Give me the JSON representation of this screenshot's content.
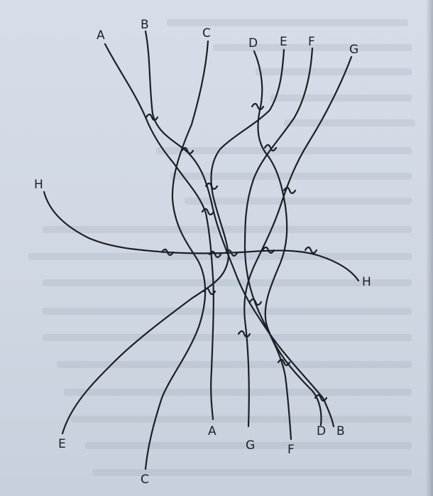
{
  "diagram": {
    "top_labels": [
      "A",
      "B",
      "C",
      "D",
      "E",
      "F",
      "G"
    ],
    "side_labels": [
      "H",
      "H"
    ],
    "bottom_labels": [
      "E",
      "C",
      "A",
      "G",
      "F",
      "D",
      "B"
    ]
  }
}
